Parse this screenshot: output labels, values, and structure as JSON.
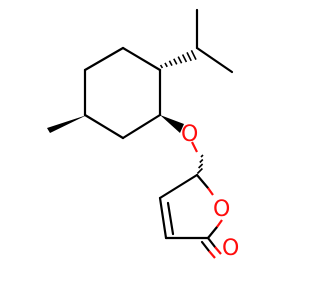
{
  "molecule": {
    "atoms": [
      {
        "id": "ring-oxygen",
        "label": "O",
        "color": "#ff0d0d"
      },
      {
        "id": "ether-oxygen",
        "label": "O",
        "color": "#ff0d0d"
      },
      {
        "id": "carbonyl-oxygen",
        "label": "O",
        "color": "#ff0d0d"
      }
    ],
    "bond_color": "#000000",
    "heteroatom_color": "#ff0d0d"
  }
}
